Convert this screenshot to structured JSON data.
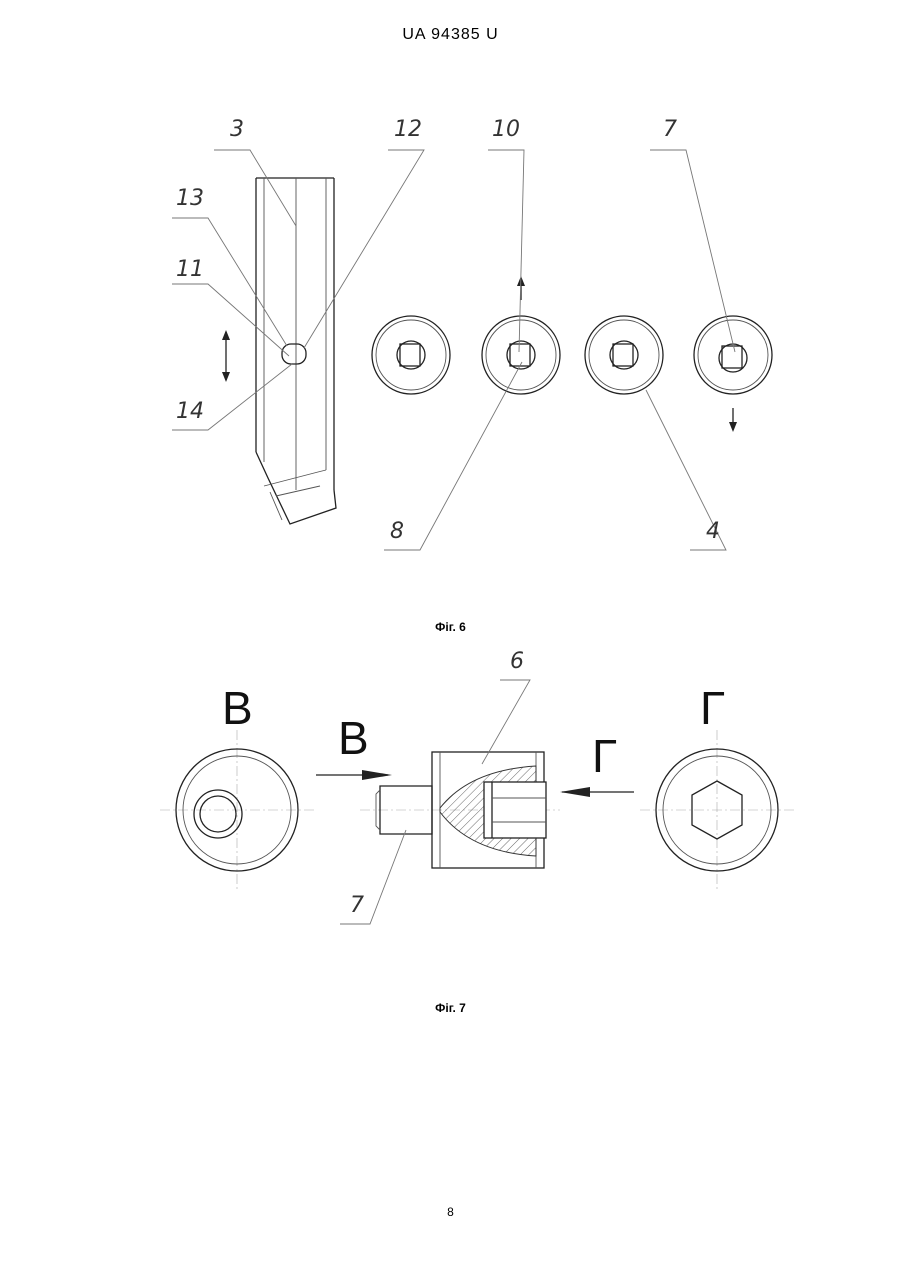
{
  "document": {
    "header": "UA   94385   U",
    "page_number": "8"
  },
  "fig6": {
    "caption": "Фіг. 6",
    "labels": [
      "3",
      "12",
      "10",
      "7",
      "13",
      "11",
      "14",
      "8",
      "4"
    ]
  },
  "fig7": {
    "caption": "Фіг. 7",
    "labels": [
      "6",
      "7"
    ],
    "view_letters": [
      "В",
      "В",
      "Г",
      "Г"
    ]
  }
}
